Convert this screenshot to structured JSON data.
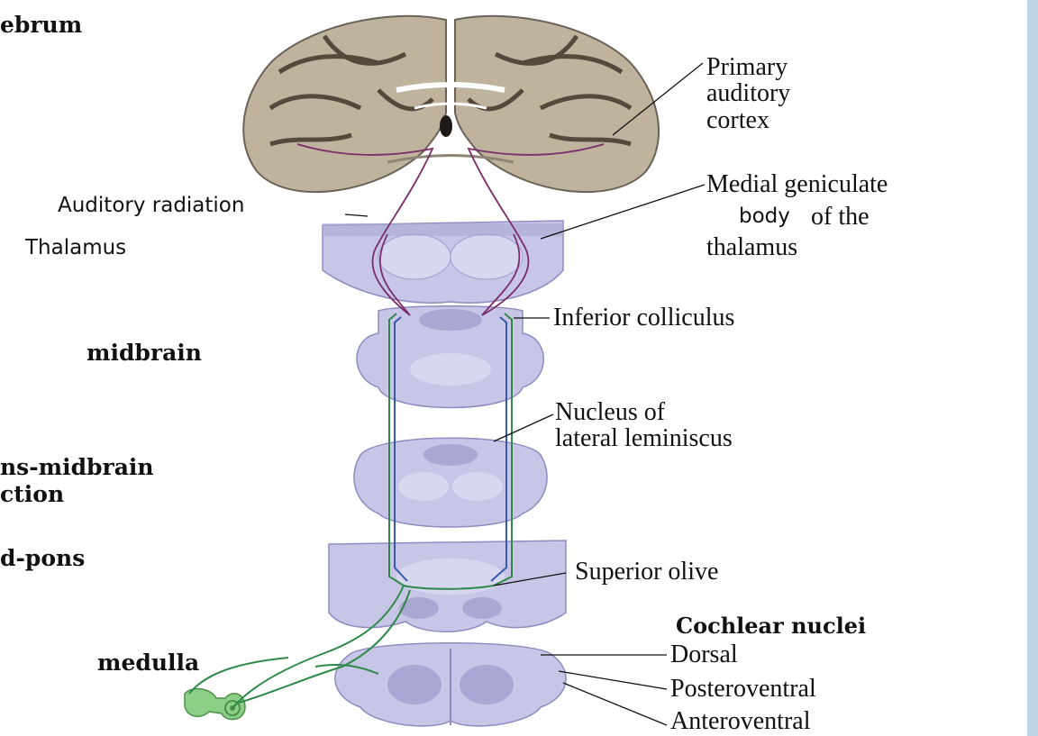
{
  "left_labels": {
    "cerebrum": "ebrum",
    "auditory_radiation": "Auditory radiation",
    "thalamus": "Thalamus",
    "midbrain": "midbrain",
    "pons_midbrain_1": "ns-midbrain",
    "pons_midbrain_2": "ction",
    "mid_pons": "d-pons",
    "medulla": "medulla"
  },
  "right_labels": {
    "primary_auditory": "Primary\nauditory\ncortex",
    "medial_geniculate_1": "Medial geniculate",
    "medial_geniculate_2": "body",
    "medial_geniculate_3": "of the",
    "medial_geniculate_4": "thalamus",
    "inferior_colliculus": "Inferior colliculus",
    "lateral_lemniscus": "Nucleus of\nlateral leminiscus",
    "superior_olive": "Superior olive",
    "cochlear_nuclei": "Cochlear nuclei",
    "dorsal": "Dorsal",
    "posteroventral": "Posteroventral",
    "anteroventral": "Anteroventral"
  },
  "colors": {
    "tissue": "#c7c6e6",
    "tissue_dark": "#a9a8d4",
    "cortex": "#bfb39e",
    "pathway_purple": "#7b2d6b",
    "pathway_green": "#2f8a4a",
    "pathway_blue": "#3557b5",
    "side_bar": "#bcd4e6"
  }
}
